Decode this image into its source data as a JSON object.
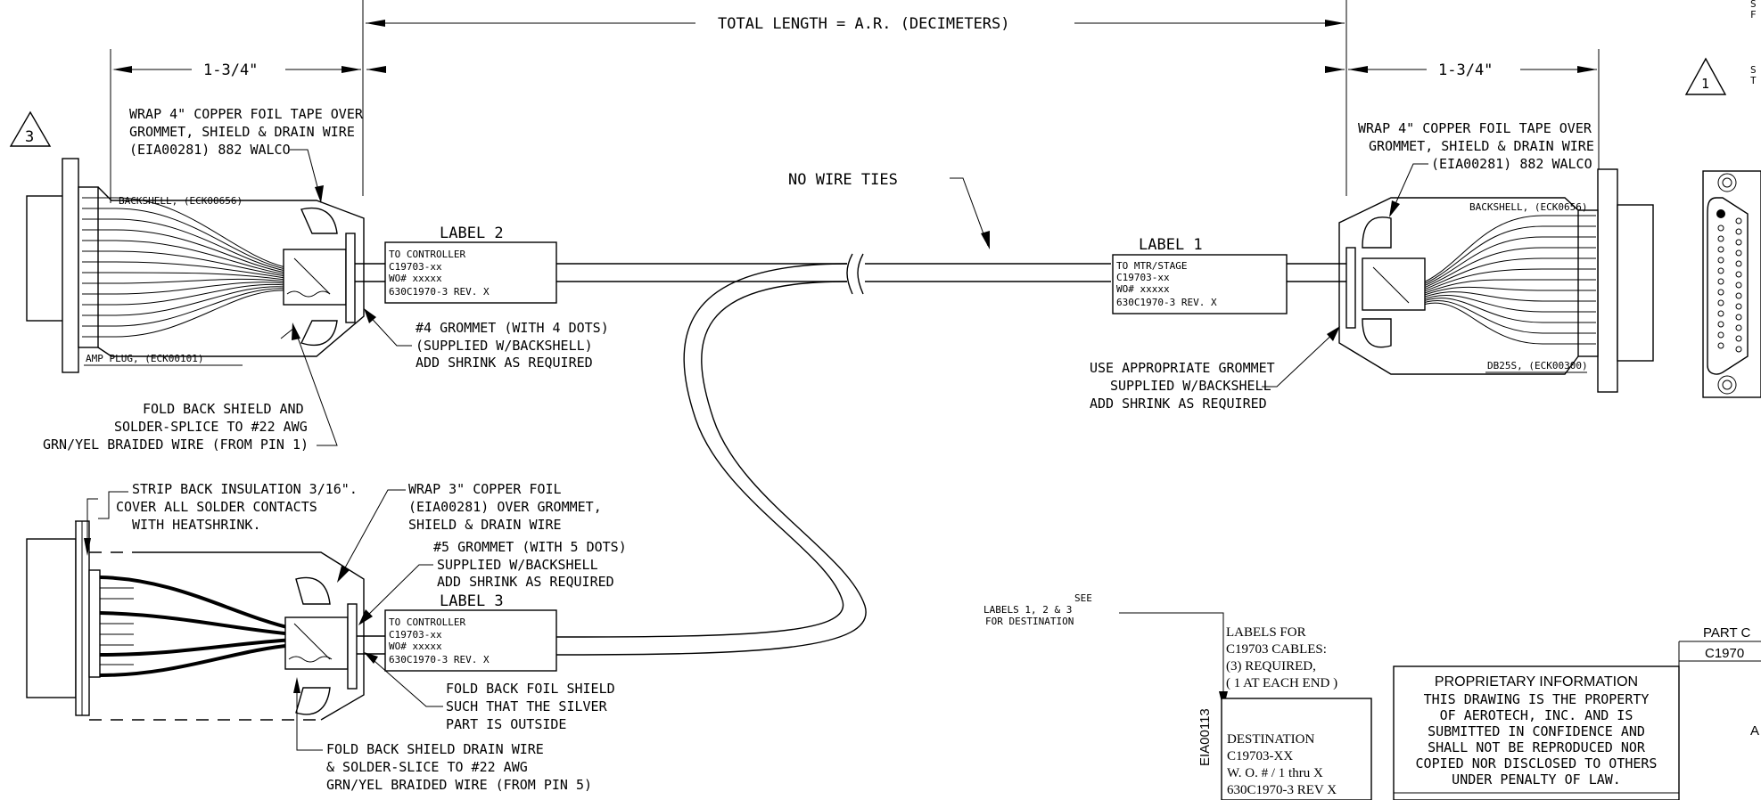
{
  "dimensions": {
    "total_length": "TOTAL LENGTH = A.R. (DECIMETERS)",
    "left_end": "1-3/4\"",
    "right_end": "1-3/4\""
  },
  "notes": {
    "rev_marker_3": "3",
    "rev_marker_1": "1",
    "no_wire_ties": "NO WIRE TIES",
    "wrap_left": [
      "WRAP 4\" COPPER FOIL TAPE OVER",
      "GROMMET, SHIELD & DRAIN WIRE",
      "(EIA00281) 882 WALCO"
    ],
    "wrap_right": [
      "WRAP 4\" COPPER FOIL TAPE OVER",
      "GROMMET, SHIELD & DRAIN WIRE",
      "(EIA00281) 882 WALCO"
    ],
    "backshell_left": "BACKSHELL, (ECK00656)",
    "backshell_right": "BACKSHELL, (ECK0656)",
    "amp_plug": "AMP PLUG, (ECK00101)",
    "db25s": "DB25S, (ECK00300)",
    "grommet4": [
      "#4 GROMMET (WITH 4 DOTS)",
      "(SUPPLIED W/BACKSHELL)",
      "ADD SHRINK AS REQUIRED"
    ],
    "fold_back_top": [
      "FOLD BACK SHIELD AND",
      "SOLDER-SPLICE TO #22 AWG",
      "GRN/YEL BRAIDED WIRE (FROM PIN 1)"
    ],
    "use_grommet": [
      "USE APPROPRIATE GROMMET",
      "SUPPLIED W/BACKSHELL",
      "ADD SHRINK AS REQUIRED"
    ],
    "strip_back": [
      "STRIP BACK INSULATION 3/16\".",
      "COVER ALL SOLDER CONTACTS",
      "WITH HEATSHRINK."
    ],
    "wrap3": [
      "WRAP 3\" COPPER FOIL",
      "(EIA00281) OVER GROMMET,",
      "SHIELD & DRAIN WIRE"
    ],
    "grommet5": [
      "#5 GROMMET (WITH 5 DOTS)",
      "SUPPLIED W/BACKSHELL",
      "ADD SHRINK AS REQUIRED"
    ],
    "fold_foil": [
      "FOLD BACK FOIL SHIELD",
      "SUCH THAT THE SILVER",
      "PART IS OUTSIDE"
    ],
    "fold_drain": [
      "FOLD BACK SHIELD DRAIN WIRE",
      "& SOLDER-SLICE TO #22 AWG",
      "GRN/YEL BRAIDED WIRE (FROM PIN 5)"
    ],
    "see_labels": [
      "SEE",
      "LABELS 1, 2 & 3",
      "FOR DESTINATION"
    ]
  },
  "labels": {
    "label2": {
      "title": "LABEL 2",
      "lines": [
        "TO CONTROLLER",
        "C19703-xx",
        "WO# xxxxx",
        "630C1970-3 REV. X"
      ]
    },
    "label1": {
      "title": "LABEL 1",
      "lines": [
        "TO MTR/STAGE",
        "C19703-xx",
        "WO# xxxxx",
        "630C1970-3 REV. X"
      ]
    },
    "label3": {
      "title": "LABEL 3",
      "lines": [
        "TO CONTROLLER",
        "C19703-xx",
        "WO# xxxxx",
        "630C1970-3 REV. X"
      ]
    }
  },
  "label_spec": {
    "header": [
      "LABELS FOR",
      "C19703 CABLES:",
      "(3) REQUIRED,",
      "( 1 AT EACH END )"
    ],
    "side_code": "EIA00113",
    "card": [
      "DESTINATION",
      "C19703-XX",
      "W. O. # / 1 thru X",
      "630C1970-3 REV X"
    ]
  },
  "proprietary": {
    "title": "PROPRIETARY INFORMATION",
    "lines": [
      "THIS DRAWING IS THE PROPERTY",
      "OF AEROTECH, INC. AND IS",
      "SUBMITTED IN CONFIDENCE AND",
      "SHALL NOT BE REPRODUCED NOR",
      "COPIED NOR DISCLOSED TO OTHERS",
      "UNDER PENALTY OF LAW."
    ]
  },
  "part_table": {
    "header": "PART C",
    "value": "C1970",
    "cell": "A"
  },
  "edge_fragments": [
    "S",
    "F",
    "S",
    "T"
  ]
}
